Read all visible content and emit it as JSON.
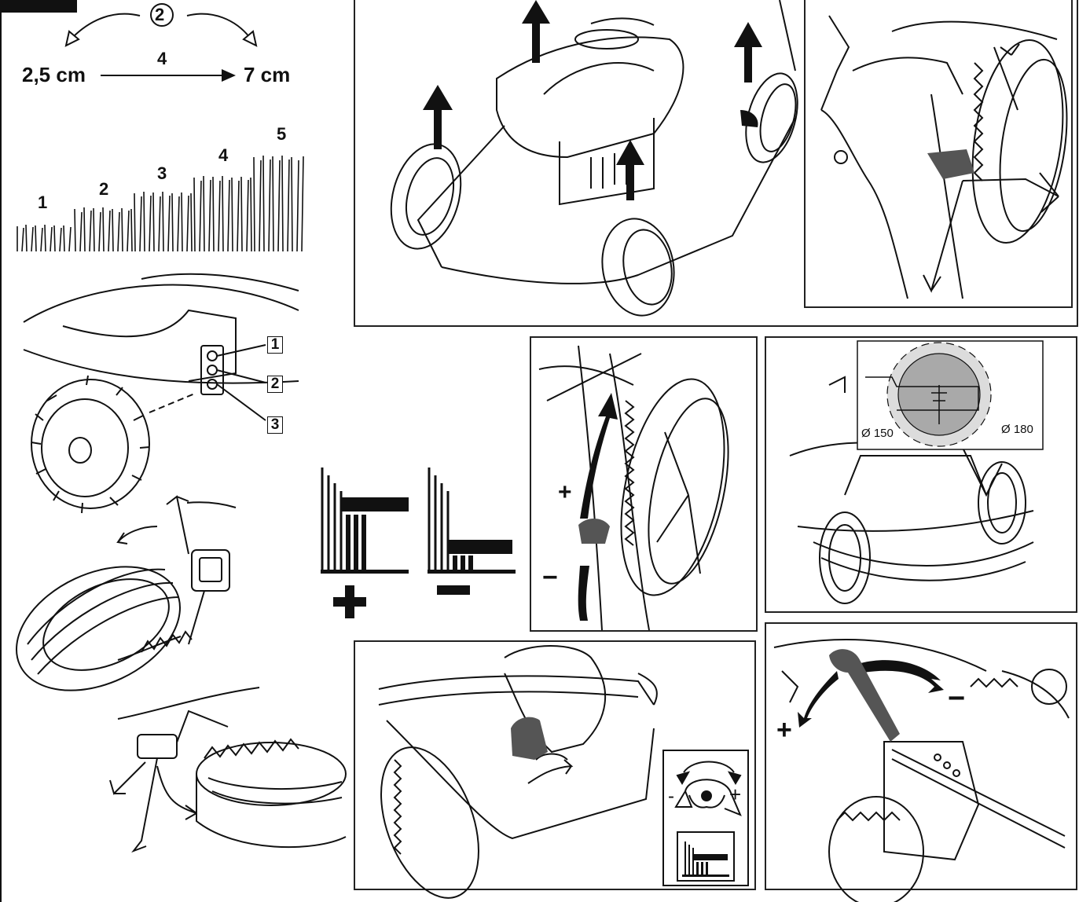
{
  "corner_tab": "",
  "height_scale": {
    "step_label": "2",
    "min_height": "2,5 cm",
    "max_height": "7 cm",
    "arrow_number": "4"
  },
  "grass_levels": [
    "1",
    "2",
    "3",
    "4",
    "5"
  ],
  "height_holes": {
    "labels": [
      "1",
      "2",
      "3"
    ]
  },
  "lever_panel": {
    "plus": "+",
    "minus": "−"
  },
  "knob_dial": {
    "minus": "-",
    "plus": "+"
  },
  "deck_sizes": {
    "small": "Ø 150",
    "large": "Ø 180"
  },
  "cutting_symbols": {
    "plus": "+",
    "minus": "−"
  },
  "grip_lever": {
    "plus": "+",
    "minus": "−"
  },
  "colors": {
    "ink": "#111111",
    "background": "#ffffff",
    "handle": "#555555",
    "highlight": "#bdbdbd"
  }
}
